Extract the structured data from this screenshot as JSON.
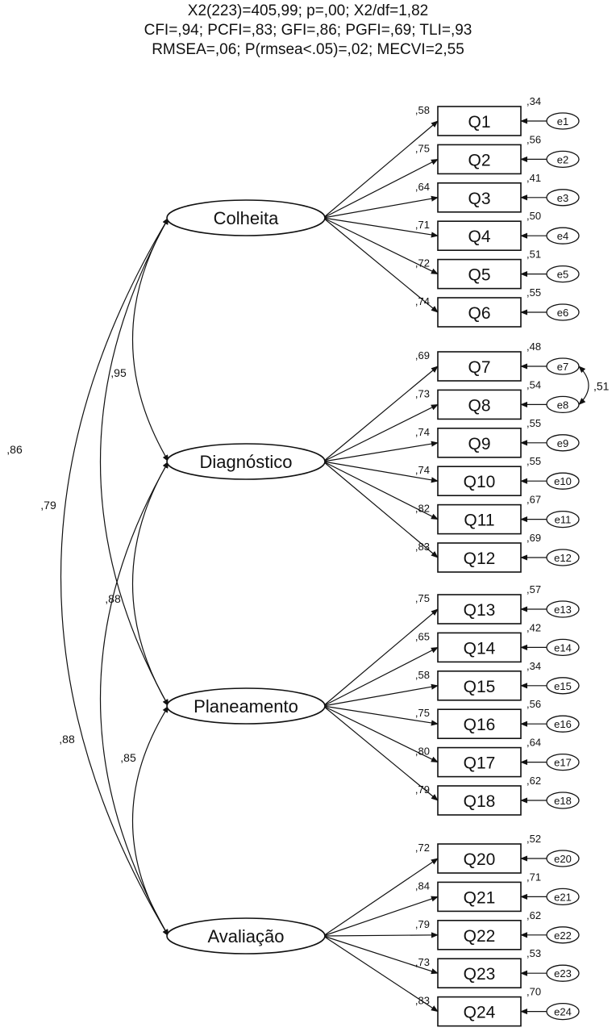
{
  "header": {
    "line1": "X2(223)=405,99; p=,00; X2/df=1,82",
    "line2": "CFI=,94; PCFI=,83; GFI=,86; PGFI=,69; TLI=,93",
    "line3": "RMSEA=,06; P(rmsea<.05)=,02; MECVI=2,55"
  },
  "factors": [
    {
      "id": "colheita",
      "label": "Colheita",
      "items": [
        {
          "label": "Q1",
          "loading": ",58",
          "r2": ",34",
          "error": "e1"
        },
        {
          "label": "Q2",
          "loading": ",75",
          "r2": ",56",
          "error": "e2"
        },
        {
          "label": "Q3",
          "loading": ",64",
          "r2": ",41",
          "error": "e3"
        },
        {
          "label": "Q4",
          "loading": ",71",
          "r2": ",50",
          "error": "e4"
        },
        {
          "label": "Q5",
          "loading": ",72",
          "r2": ",51",
          "error": "e5"
        },
        {
          "label": "Q6",
          "loading": ",74",
          "r2": ",55",
          "error": "e6"
        }
      ]
    },
    {
      "id": "diagnostico",
      "label": "Diagnóstico",
      "items": [
        {
          "label": "Q7",
          "loading": ",69",
          "r2": ",48",
          "error": "e7"
        },
        {
          "label": "Q8",
          "loading": ",73",
          "r2": ",54",
          "error": "e8"
        },
        {
          "label": "Q9",
          "loading": ",74",
          "r2": ",55",
          "error": "e9"
        },
        {
          "label": "Q10",
          "loading": ",74",
          "r2": ",55",
          "error": "e10"
        },
        {
          "label": "Q11",
          "loading": ",82",
          "r2": ",67",
          "error": "e11"
        },
        {
          "label": "Q12",
          "loading": ",83",
          "r2": ",69",
          "error": "e12"
        }
      ]
    },
    {
      "id": "planeamento",
      "label": "Planeamento",
      "items": [
        {
          "label": "Q13",
          "loading": ",75",
          "r2": ",57",
          "error": "e13"
        },
        {
          "label": "Q14",
          "loading": ",65",
          "r2": ",42",
          "error": "e14"
        },
        {
          "label": "Q15",
          "loading": ",58",
          "r2": ",34",
          "error": "e15"
        },
        {
          "label": "Q16",
          "loading": ",75",
          "r2": ",56",
          "error": "e16"
        },
        {
          "label": "Q17",
          "loading": ",80",
          "r2": ",64",
          "error": "e17"
        },
        {
          "label": "Q18",
          "loading": ",79",
          "r2": ",62",
          "error": "e18"
        }
      ]
    },
    {
      "id": "avaliacao",
      "label": "Avaliação",
      "items": [
        {
          "label": "Q20",
          "loading": ",72",
          "r2": ",52",
          "error": "e20"
        },
        {
          "label": "Q21",
          "loading": ",84",
          "r2": ",71",
          "error": "e21"
        },
        {
          "label": "Q22",
          "loading": ",79",
          "r2": ",62",
          "error": "e22"
        },
        {
          "label": "Q23",
          "loading": ",73",
          "r2": ",53",
          "error": "e23"
        },
        {
          "label": "Q24",
          "loading": ",83",
          "r2": ",70",
          "error": "e24"
        }
      ]
    }
  ],
  "correlations": [
    {
      "from": "colheita",
      "to": "diagnostico",
      "value": ",95"
    },
    {
      "from": "diagnostico",
      "to": "planeamento",
      "value": ",88"
    },
    {
      "from": "planeamento",
      "to": "avaliacao",
      "value": ",85"
    },
    {
      "from": "colheita",
      "to": "planeamento",
      "value": ",79"
    },
    {
      "from": "diagnostico",
      "to": "avaliacao",
      "value": ",88"
    },
    {
      "from": "colheita",
      "to": "avaliacao",
      "value": ",86"
    }
  ],
  "error_covariance": {
    "from": "e7",
    "to": "e8",
    "value": ",51"
  }
}
